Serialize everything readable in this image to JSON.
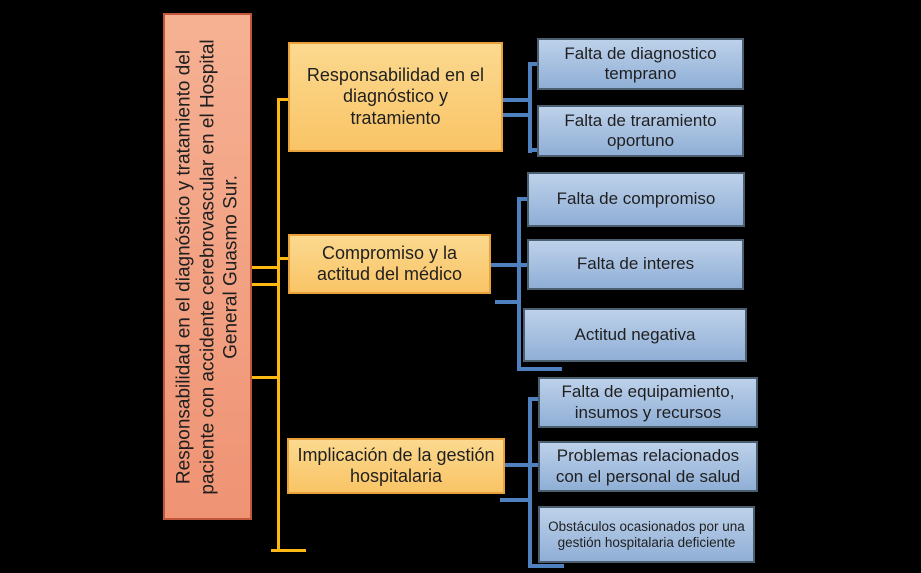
{
  "diagram": {
    "root": {
      "label": "Responsabilidad en el diagnóstico y tratamiento del paciente con accidente cerebrovascular en el Hospital General Guasmo Sur."
    },
    "branches": [
      {
        "label": "Responsabilidad en el diagnóstico y tratamiento",
        "children": [
          "Falta de diagnostico temprano",
          "Falta de traramiento oportuno"
        ]
      },
      {
        "label": "Compromiso y la actitud del médico",
        "children": [
          "Falta de compromiso",
          "Falta de interes",
          "Actitud negativa"
        ]
      },
      {
        "label": "Implicación de la gestión hospitalaria",
        "children": [
          "Falta de equipamiento, insumos y recursos",
          "Problemas relacionados con el personal de salud",
          "Obstáculos ocasionados por una gestión hospitalaria deficiente"
        ]
      }
    ],
    "colors": {
      "background": "#000000",
      "root_fill_top": "#F6B193",
      "root_fill_bottom": "#EF9374",
      "root_border": "#C0573B",
      "branch_fill_top": "#FBD98F",
      "branch_fill_bottom": "#F9C466",
      "branch_border": "#E9A23B",
      "leaf_fill_top": "#BDD1EA",
      "leaf_fill_bottom": "#90AFD6",
      "leaf_border": "#4C5F70",
      "connector_orange": "#FDB813",
      "connector_blue": "#4E81BD",
      "text": "#1F1F1F"
    }
  }
}
